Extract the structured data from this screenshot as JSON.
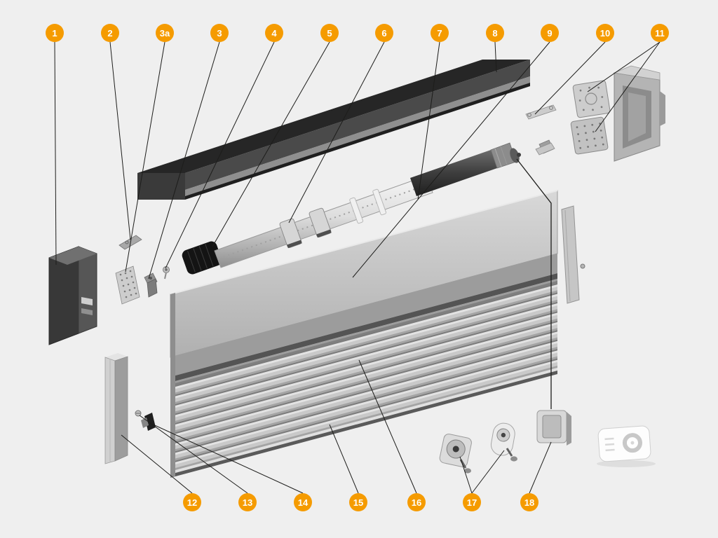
{
  "diagram": {
    "description": "Exploded-view diagram of a roller shutter assembly with numbered callouts",
    "background_color": "#efefef",
    "badge_color": "#f59b00",
    "line_color": "#1d1d1b"
  },
  "callouts": [
    {
      "label": "1"
    },
    {
      "label": "2"
    },
    {
      "label": "3a"
    },
    {
      "label": "3"
    },
    {
      "label": "4"
    },
    {
      "label": "5"
    },
    {
      "label": "6"
    },
    {
      "label": "7"
    },
    {
      "label": "8"
    },
    {
      "label": "9"
    },
    {
      "label": "10"
    },
    {
      "label": "11"
    },
    {
      "label": "12"
    },
    {
      "label": "13"
    },
    {
      "label": "14"
    },
    {
      "label": "15"
    },
    {
      "label": "16"
    },
    {
      "label": "17"
    },
    {
      "label": "18"
    }
  ]
}
